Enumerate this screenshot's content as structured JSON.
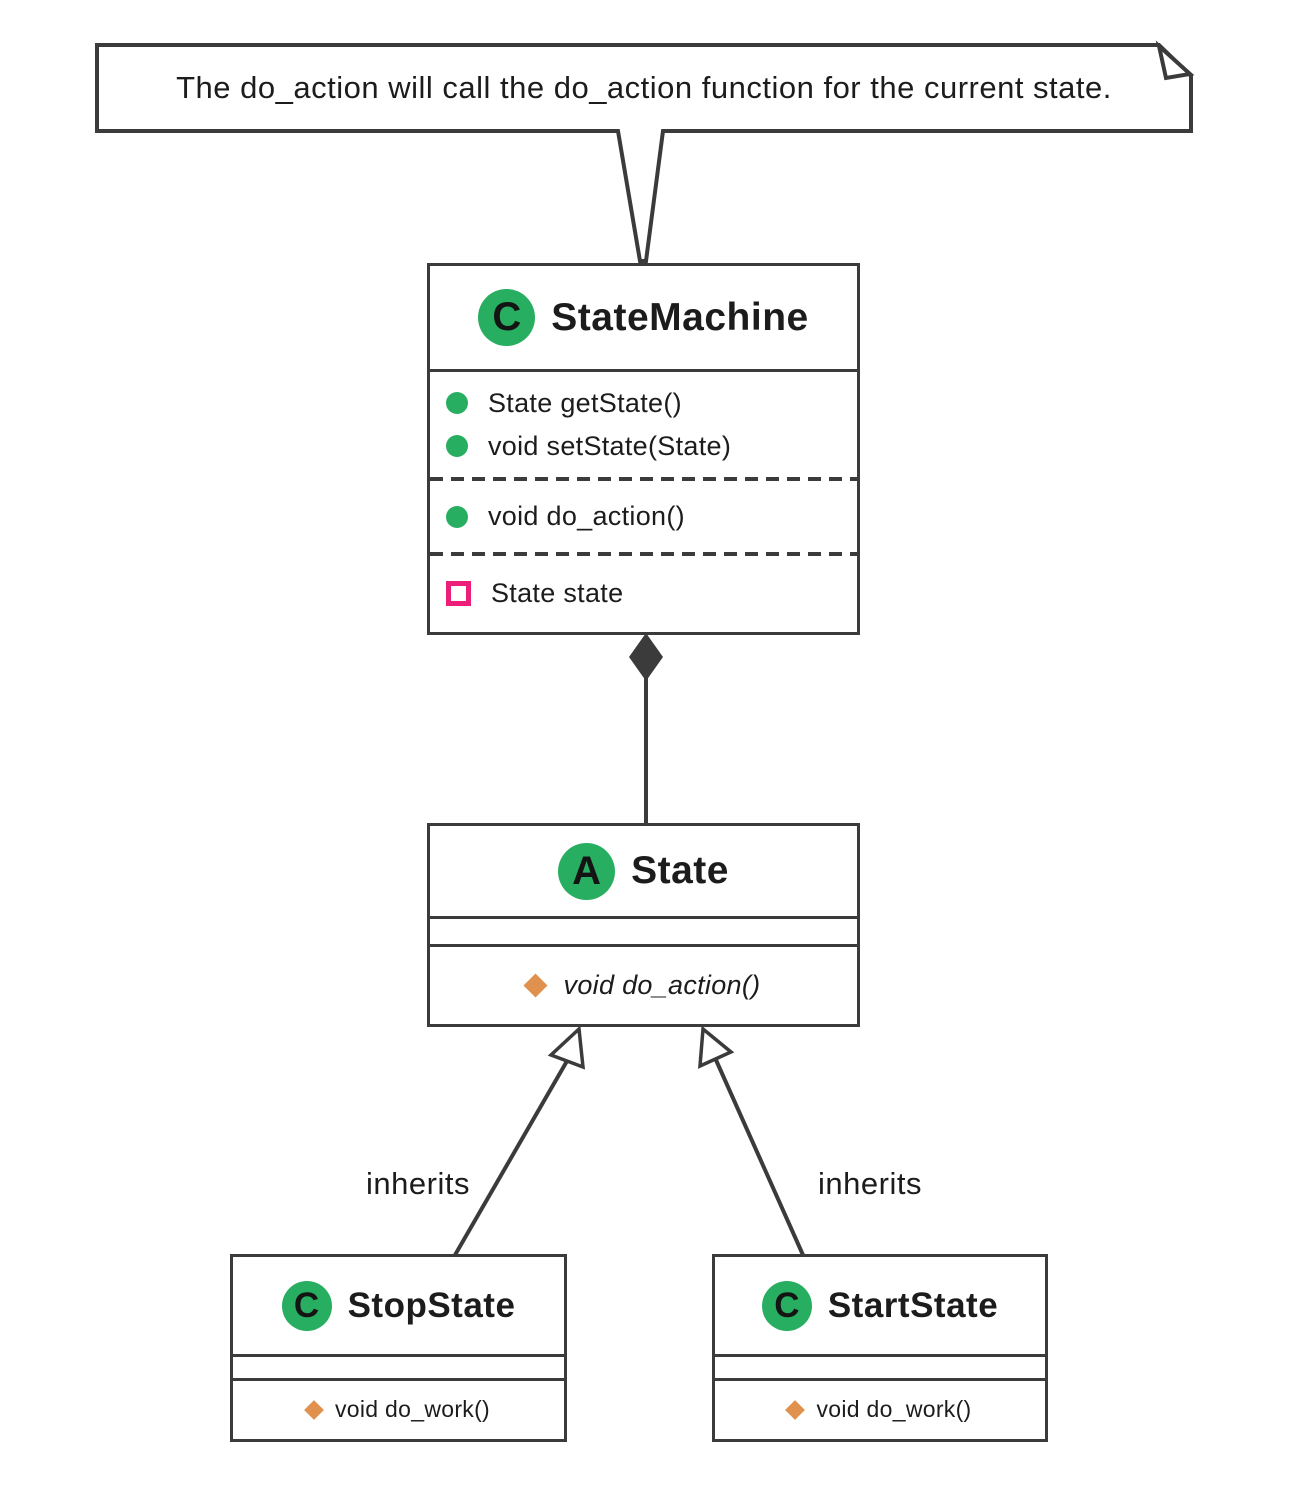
{
  "colors": {
    "line": "#3b3b3b",
    "green": "#27ae60",
    "pink": "#ec1e79",
    "orange": "#df914d",
    "text": "#1c1c1c"
  },
  "note": {
    "text": "The do_action will call the do_action function for the current state."
  },
  "state_machine": {
    "badge": "C",
    "name": "StateMachine",
    "methods": [
      "State getState()",
      "void setState(State)"
    ],
    "action_method": "void do_action()",
    "field": "State state"
  },
  "state": {
    "badge": "A",
    "name": "State",
    "method": "void do_action()"
  },
  "stop_state": {
    "badge": "C",
    "name": "StopState",
    "method": "void do_work()"
  },
  "start_state": {
    "badge": "C",
    "name": "StartState",
    "method": "void do_work()"
  },
  "edges": {
    "left_label": "inherits",
    "right_label": "inherits"
  }
}
